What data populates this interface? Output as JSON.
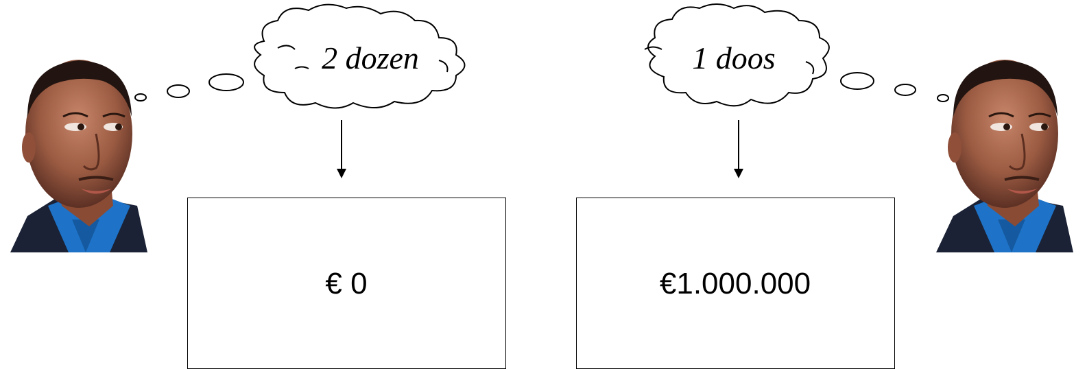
{
  "left": {
    "thought": "2 dozen",
    "amount": "€ 0"
  },
  "right": {
    "thought": "1 doos",
    "amount": "€1.000.000"
  },
  "icons": {
    "person_left": "man-head-icon",
    "person_right": "man-head-icon",
    "thought_cloud": "thought-cloud-icon",
    "arrow": "arrow-down-icon"
  }
}
